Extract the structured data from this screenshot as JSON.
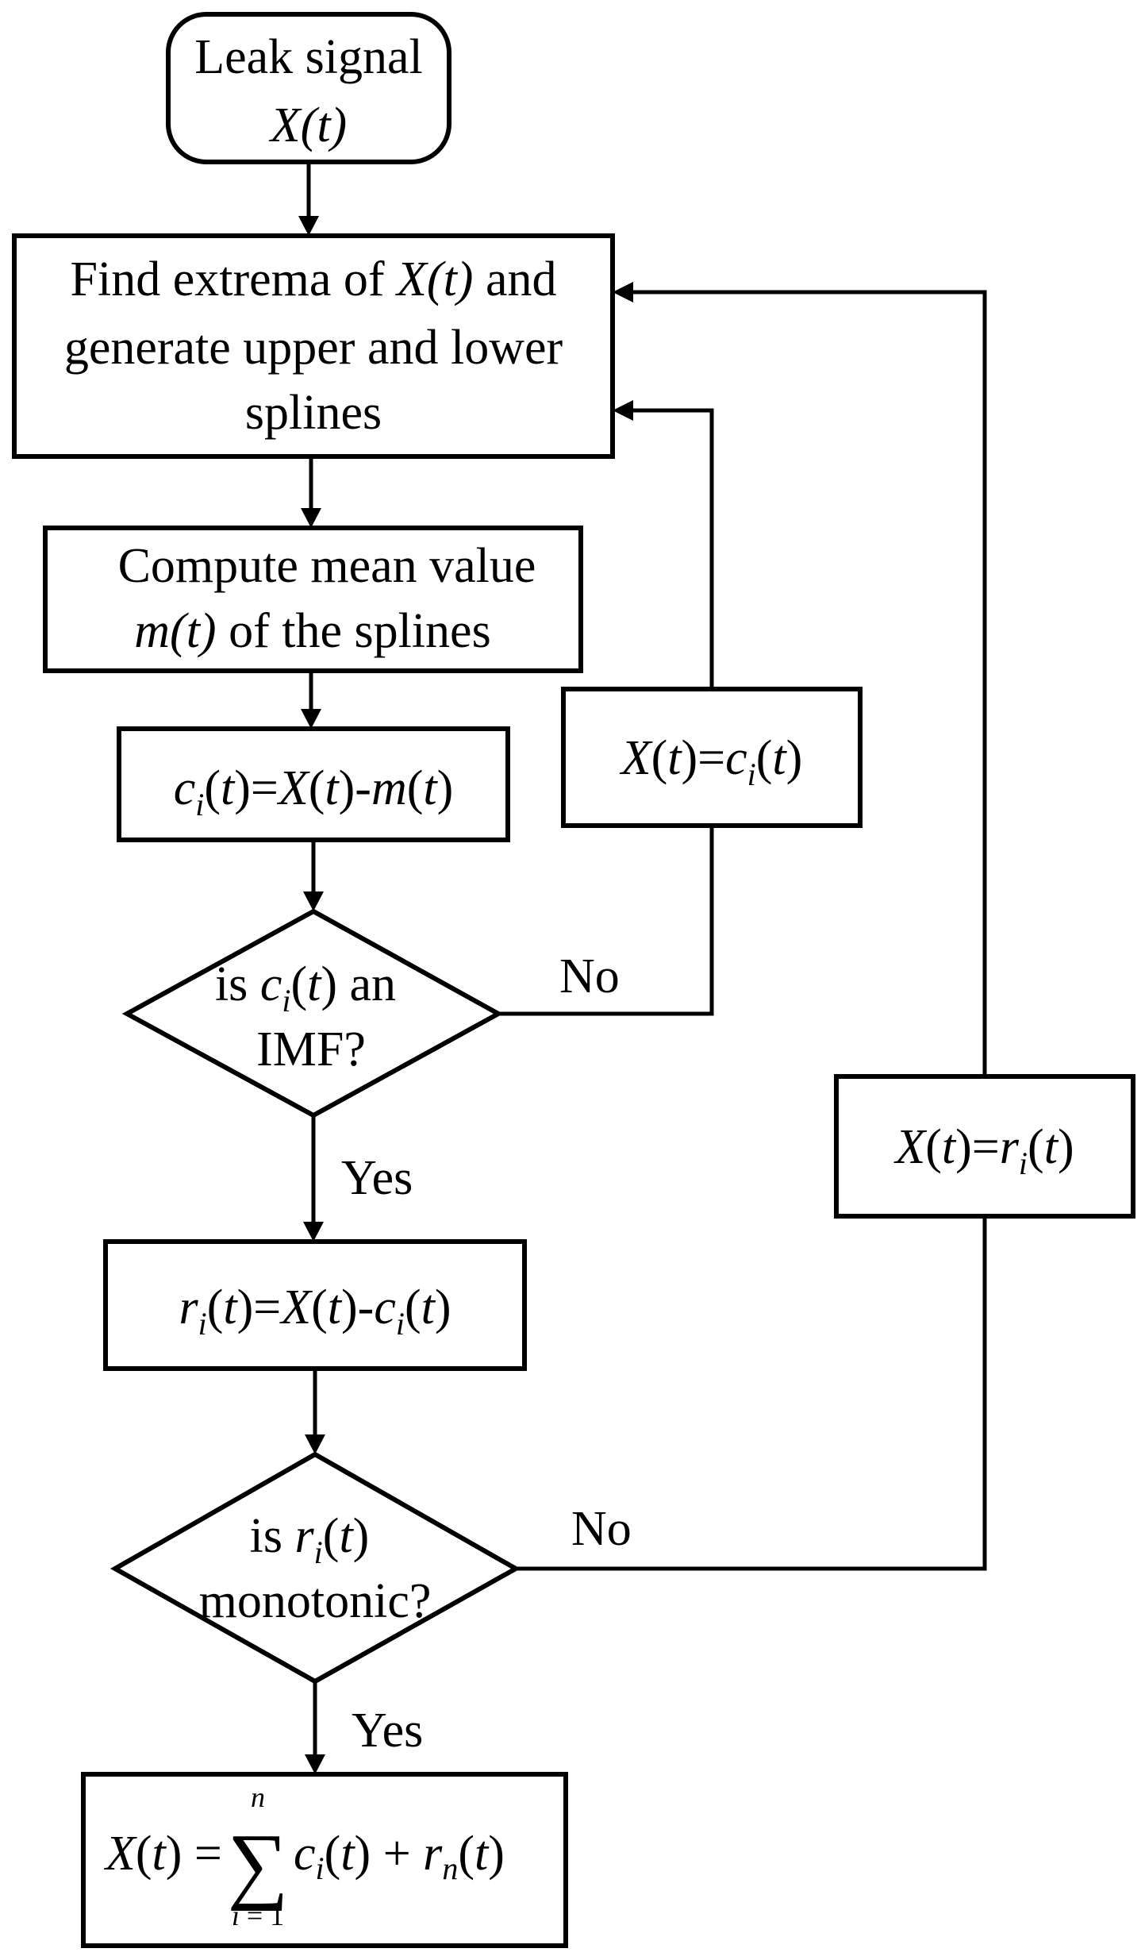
{
  "start": {
    "line1": "Leak signal",
    "line2": "X(t)"
  },
  "find_extrema": {
    "line1_pre": "Find extrema of ",
    "line1_var": "X(t)",
    "line1_post": " and",
    "line2": "generate upper and lower",
    "line3": "splines"
  },
  "compute_mean": {
    "line1": "Compute mean value",
    "line2_var": "m(t)",
    "line2_post": " of the splines"
  },
  "formulas": {
    "c_update": "ci(t)=X(t)-m(t)",
    "x_equals_c": "X(t)=ci(t)",
    "r_update": "ri(t)=X(t)-ci(t)",
    "x_equals_r": "X(t)=ri(t)",
    "final_sum": "X(t) = Σ(i=1..n) ci(t) + rn(t)"
  },
  "decision_imf": {
    "line1_pre": "is ",
    "line1_var": "ci(t)",
    "line1_post": " an",
    "line2": "IMF?"
  },
  "decision_mono": {
    "line1_pre": "is ",
    "line1_var": "ri(t)",
    "line2": "monotonic?"
  },
  "edge_labels": {
    "no_1": "No",
    "yes_1": "Yes",
    "no_2": "No",
    "yes_2": "Yes"
  },
  "sum_limits": {
    "upper": "n",
    "lower": "i = 1"
  }
}
